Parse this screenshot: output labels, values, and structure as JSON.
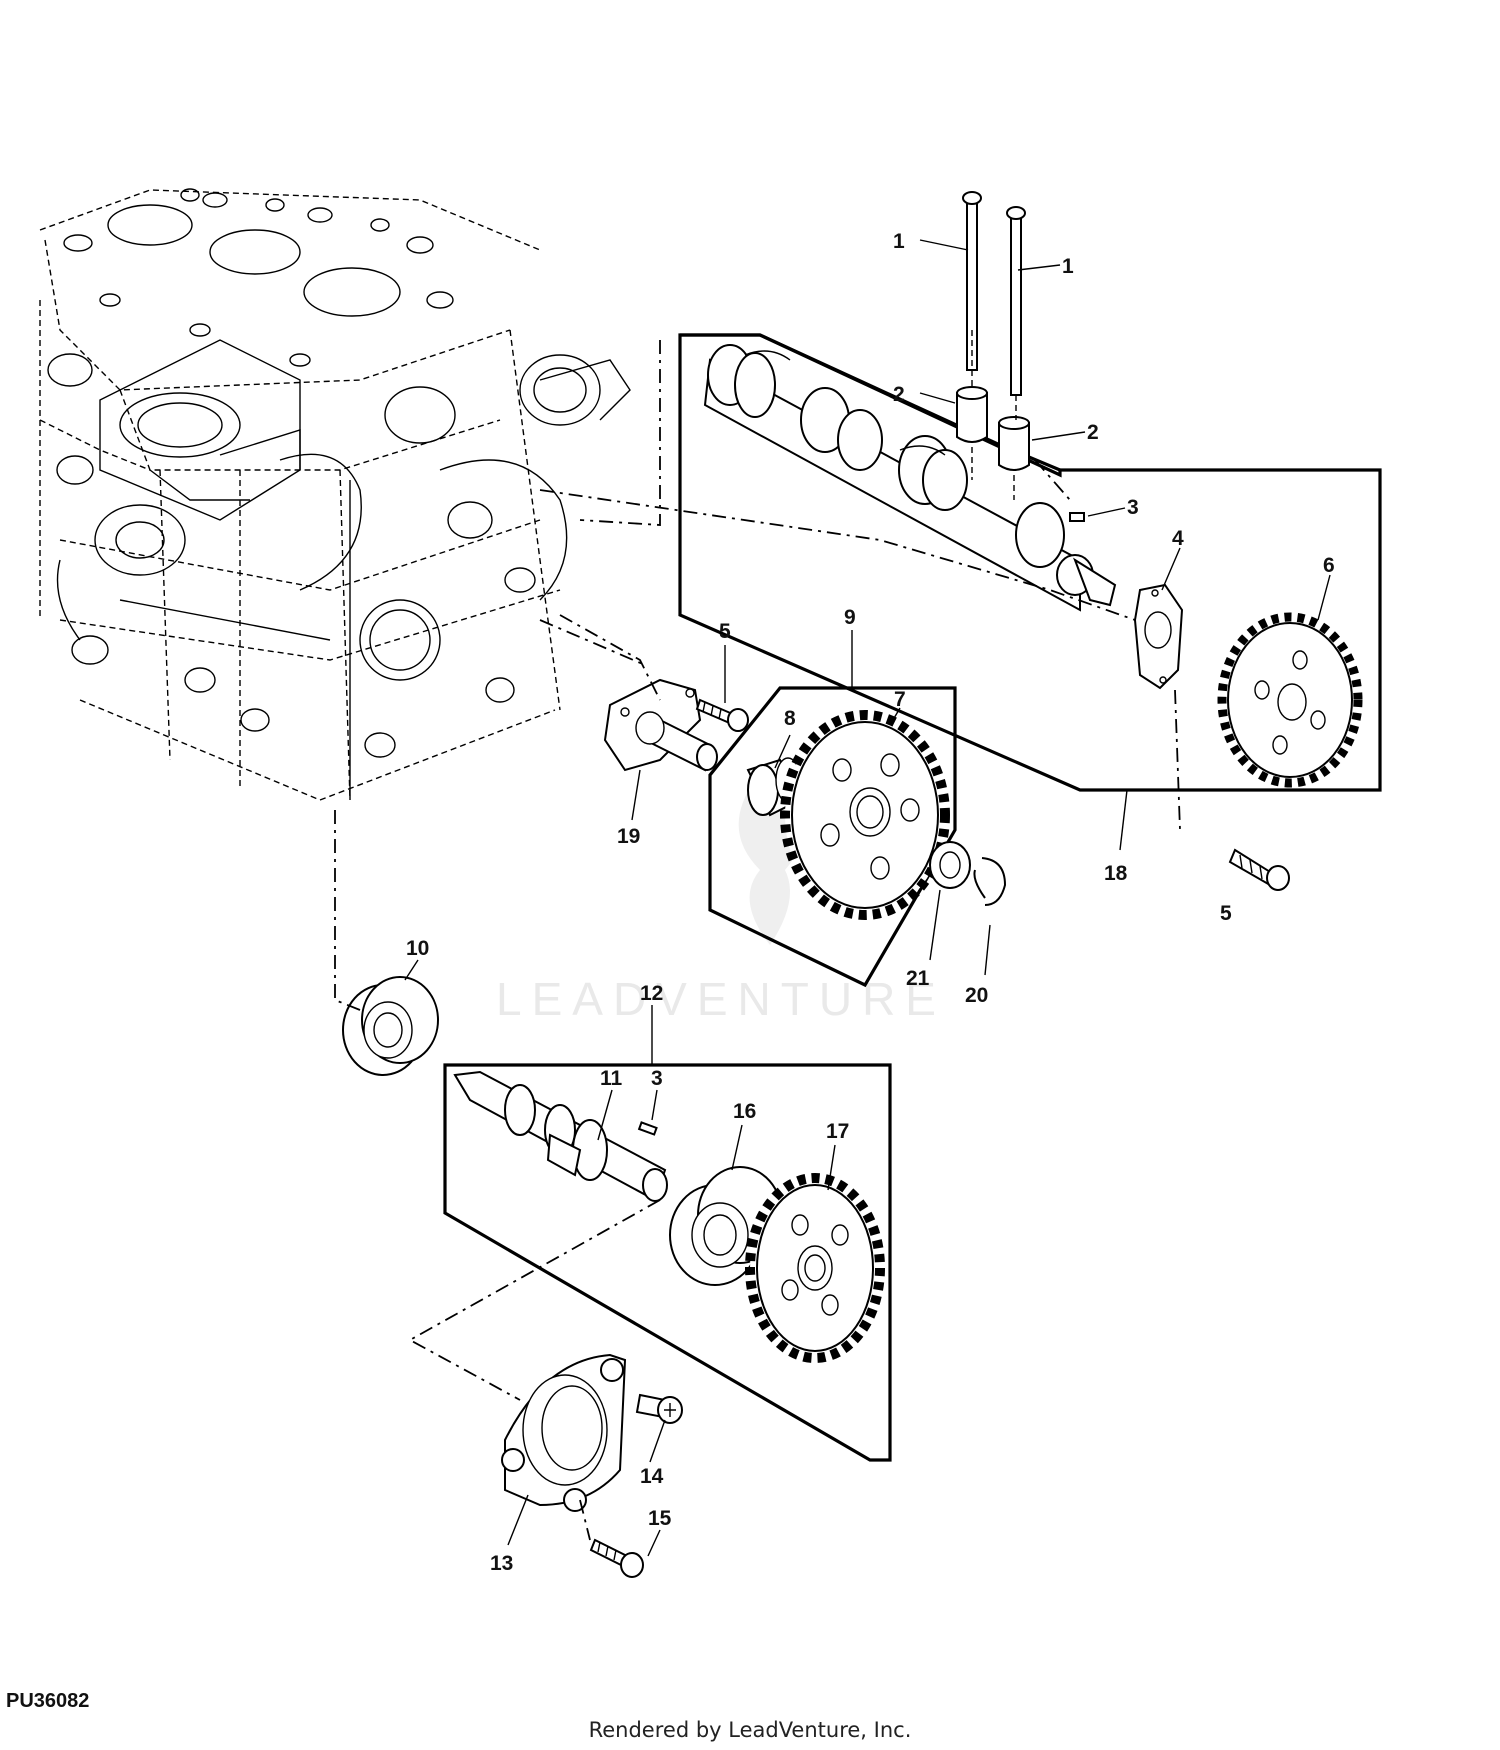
{
  "diagram_id": "PU36082",
  "rendered_by": "Rendered by LeadVenture, Inc.",
  "watermark": "LEADVENTURE",
  "callouts": {
    "c1a": "1",
    "c1b": "1",
    "c2a": "2",
    "c2b": "2",
    "c3a": "3",
    "c3b": "3",
    "c4": "4",
    "c5a": "5",
    "c5b": "5",
    "c6": "6",
    "c7": "7",
    "c8": "8",
    "c9": "9",
    "c10": "10",
    "c11": "11",
    "c12": "12",
    "c13": "13",
    "c14": "14",
    "c15": "15",
    "c16": "16",
    "c17": "17",
    "c18": "18",
    "c19": "19",
    "c20": "20",
    "c21": "21"
  }
}
